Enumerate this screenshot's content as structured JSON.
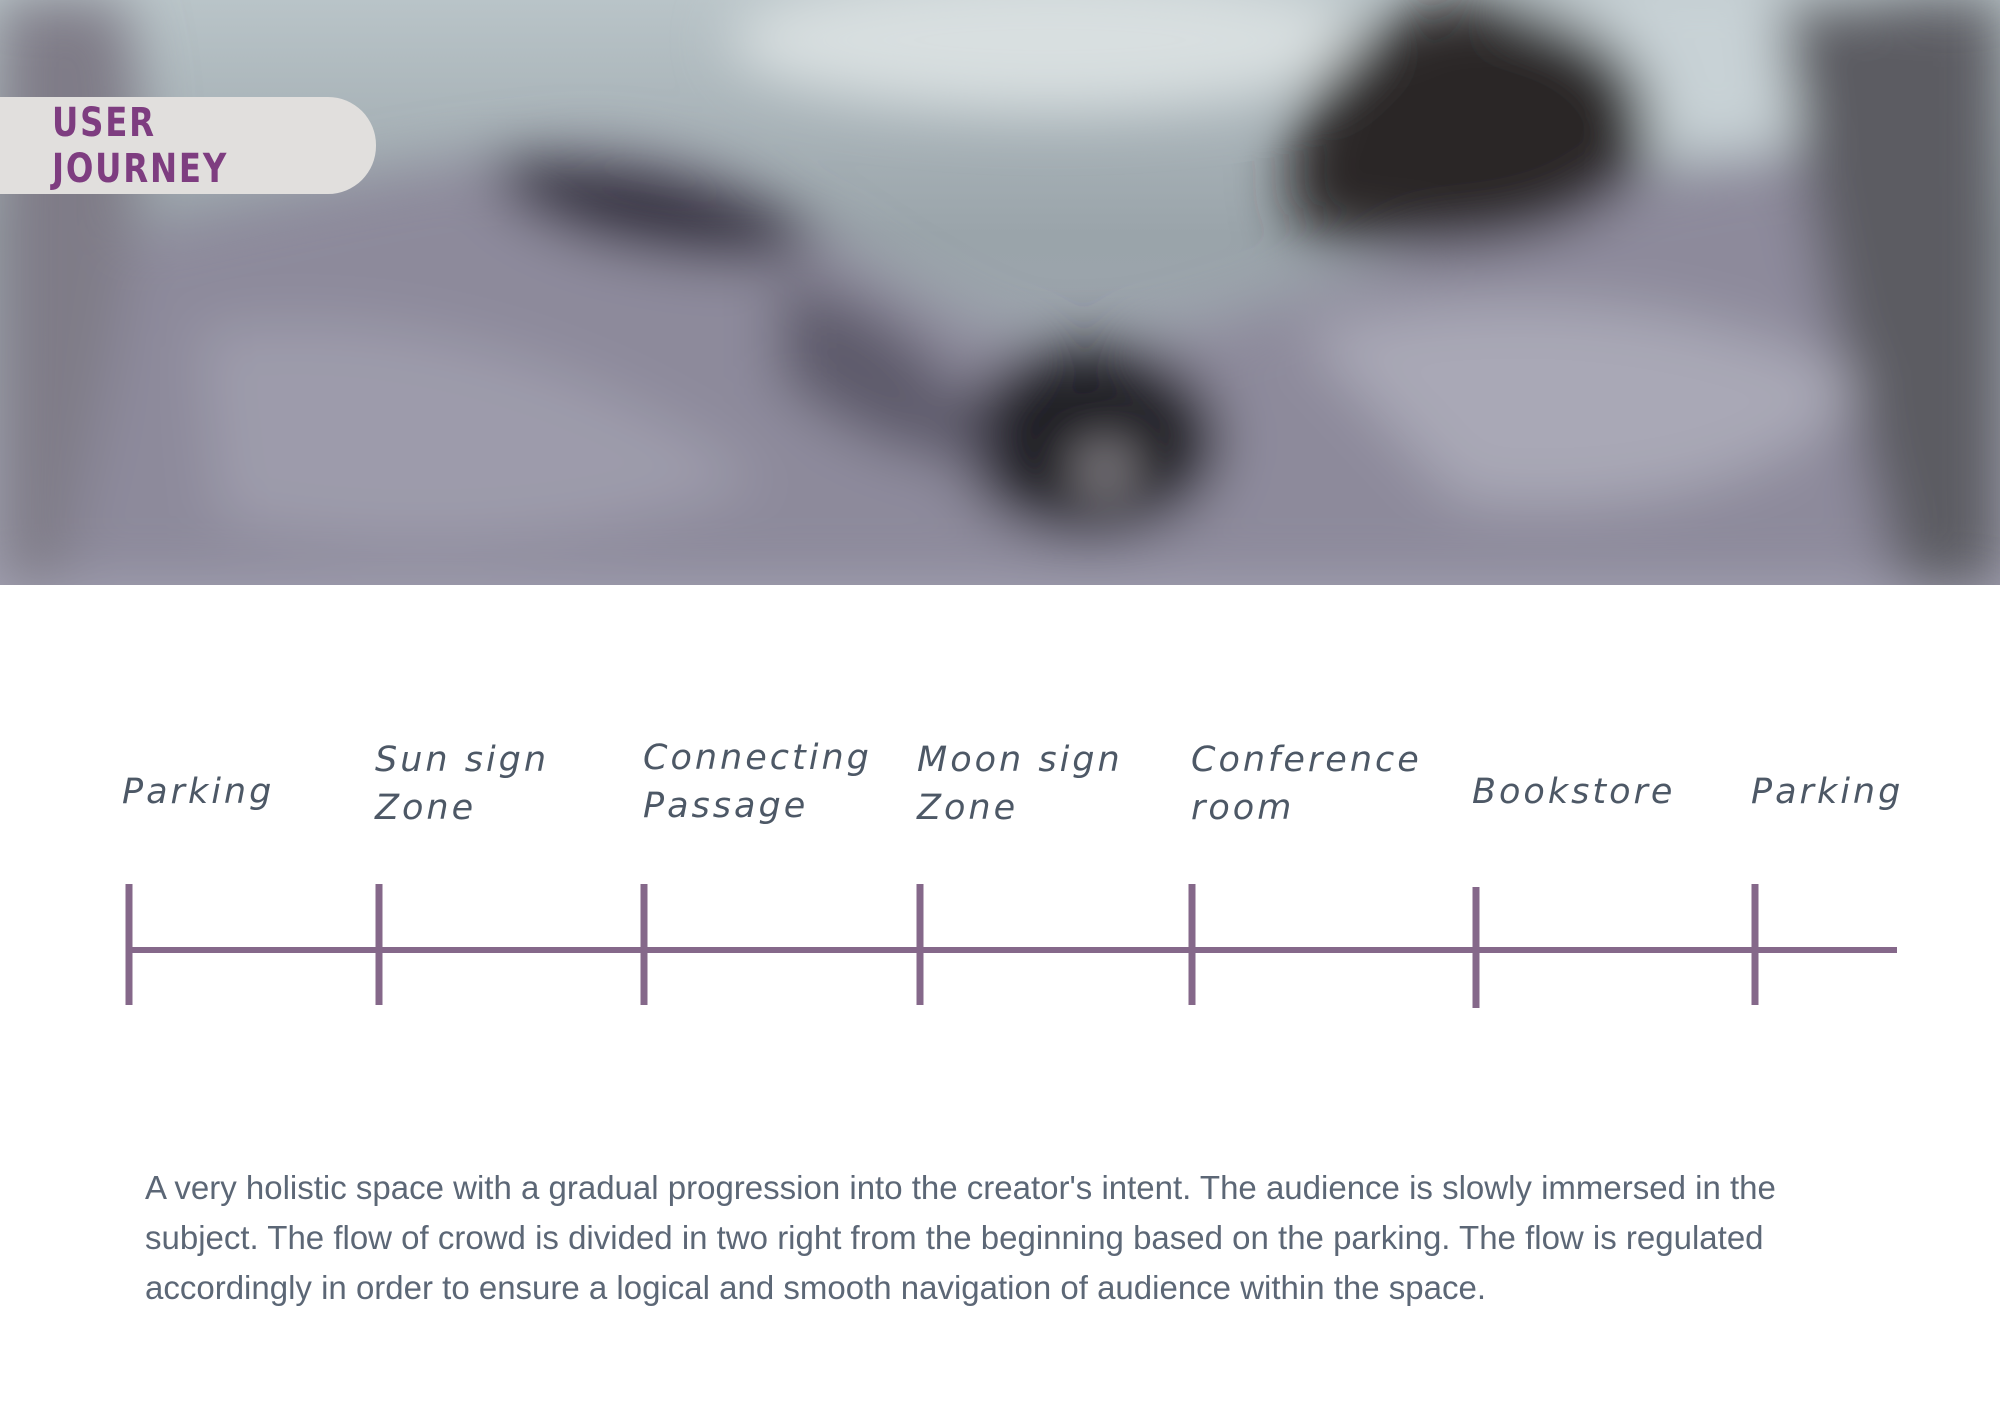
{
  "header": {
    "tag_label": "USER JOURNEY"
  },
  "journey": {
    "stops": [
      {
        "label": "Parking"
      },
      {
        "label": "Sun sign\nZone"
      },
      {
        "label": "Connecting\nPassage"
      },
      {
        "label": "Moon sign\nZone"
      },
      {
        "label": "Conference\nroom"
      },
      {
        "label": "Bookstore"
      },
      {
        "label": "Parking"
      }
    ],
    "line_color": "#85688a"
  },
  "description": "A very holistic space with a gradual progression into the creator's intent. The audience is slowly immersed in the subject. The flow of crowd is divided  in two right from the beginning based on the parking. The flow is regulated accordingly in order to ensure a logical and smooth navigation of audience within the space.",
  "colors": {
    "accent": "#7e3d80",
    "tag_background": "#e1dfdd",
    "text": "#5c6776"
  }
}
